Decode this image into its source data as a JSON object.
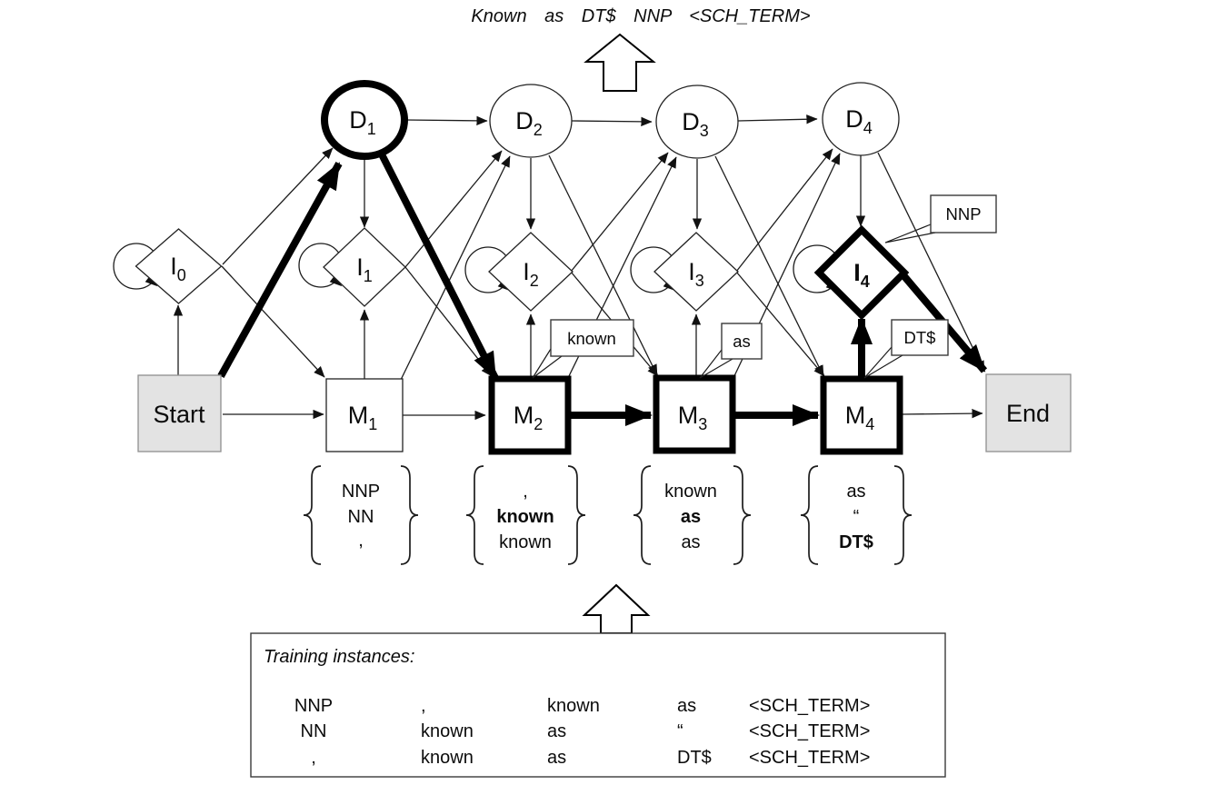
{
  "output_sequence": "Known as DT$ NNP <SCH_TERM>",
  "colors": {
    "terminal_fill": "#e3e3e3",
    "line": "#000000",
    "background": "#ffffff"
  },
  "states": {
    "start": {
      "label": "Start"
    },
    "end": {
      "label": "End"
    },
    "delete": [
      {
        "base": "D",
        "sub": "1"
      },
      {
        "base": "D",
        "sub": "2"
      },
      {
        "base": "D",
        "sub": "3"
      },
      {
        "base": "D",
        "sub": "4"
      }
    ],
    "insert": [
      {
        "base": "I",
        "sub": "0"
      },
      {
        "base": "I",
        "sub": "1"
      },
      {
        "base": "I",
        "sub": "2"
      },
      {
        "base": "I",
        "sub": "3"
      },
      {
        "base": "I",
        "sub": "4"
      }
    ],
    "match": [
      {
        "base": "M",
        "sub": "1"
      },
      {
        "base": "M",
        "sub": "2"
      },
      {
        "base": "M",
        "sub": "3"
      },
      {
        "base": "M",
        "sub": "4"
      }
    ]
  },
  "callouts": [
    {
      "label": "known"
    },
    {
      "label": "as"
    },
    {
      "label": "DT$"
    },
    {
      "label": "NNP"
    }
  ],
  "emissions": [
    {
      "items": [
        {
          "text": "NNP",
          "bold": false
        },
        {
          "text": "NN",
          "bold": false
        },
        {
          "text": ",",
          "bold": false
        }
      ]
    },
    {
      "items": [
        {
          "text": ",",
          "bold": false
        },
        {
          "text": "known",
          "bold": true
        },
        {
          "text": "known",
          "bold": false
        }
      ]
    },
    {
      "items": [
        {
          "text": "known",
          "bold": false
        },
        {
          "text": "as",
          "bold": true
        },
        {
          "text": "as",
          "bold": false
        }
      ]
    },
    {
      "items": [
        {
          "text": "as",
          "bold": false
        },
        {
          "text": "“",
          "bold": false
        },
        {
          "text": "DT$",
          "bold": true
        }
      ]
    }
  ],
  "training": {
    "title": "Training instances:",
    "rows": [
      [
        "NNP",
        ",",
        "known",
        "as",
        "<SCH_TERM>"
      ],
      [
        "NN",
        "known",
        "as",
        "“",
        "<SCH_TERM>"
      ],
      [
        ",",
        "known",
        "as",
        "DT$",
        "<SCH_TERM>"
      ]
    ]
  }
}
